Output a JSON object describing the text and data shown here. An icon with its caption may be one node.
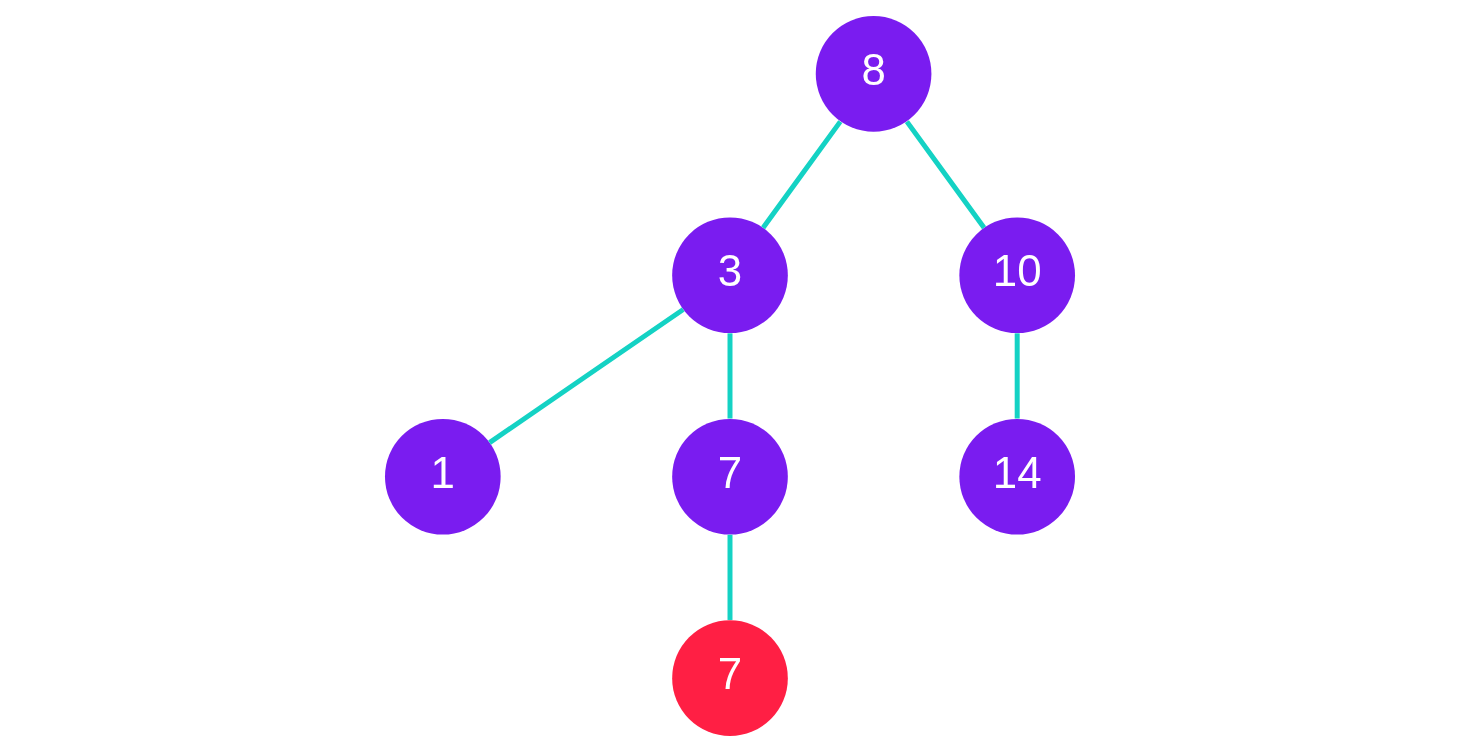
{
  "diagram": {
    "nodes": [
      {
        "text": [
          "8"
        ]
      },
      {
        "text": [
          "3"
        ]
      },
      {
        "text": [
          "10"
        ]
      },
      {
        "text": [
          "1"
        ]
      },
      {
        "text": [
          "7"
        ]
      },
      {
        "text": [
          "14"
        ]
      },
      {
        "text": [
          "7"
        ]
      }
    ],
    "edges": [
      {
        "from": 0,
        "to": 1,
        "arrow": "none"
      },
      {
        "from": 0,
        "to": 2,
        "arrow": "none"
      },
      {
        "from": 1,
        "to": 3,
        "arrow": "none"
      },
      {
        "from": 1,
        "to": 4,
        "arrow": "none"
      },
      {
        "from": 2,
        "to": 5,
        "arrow": "none"
      },
      {
        "from": 4,
        "to": 6,
        "arrow": "none"
      }
    ]
  }
}
